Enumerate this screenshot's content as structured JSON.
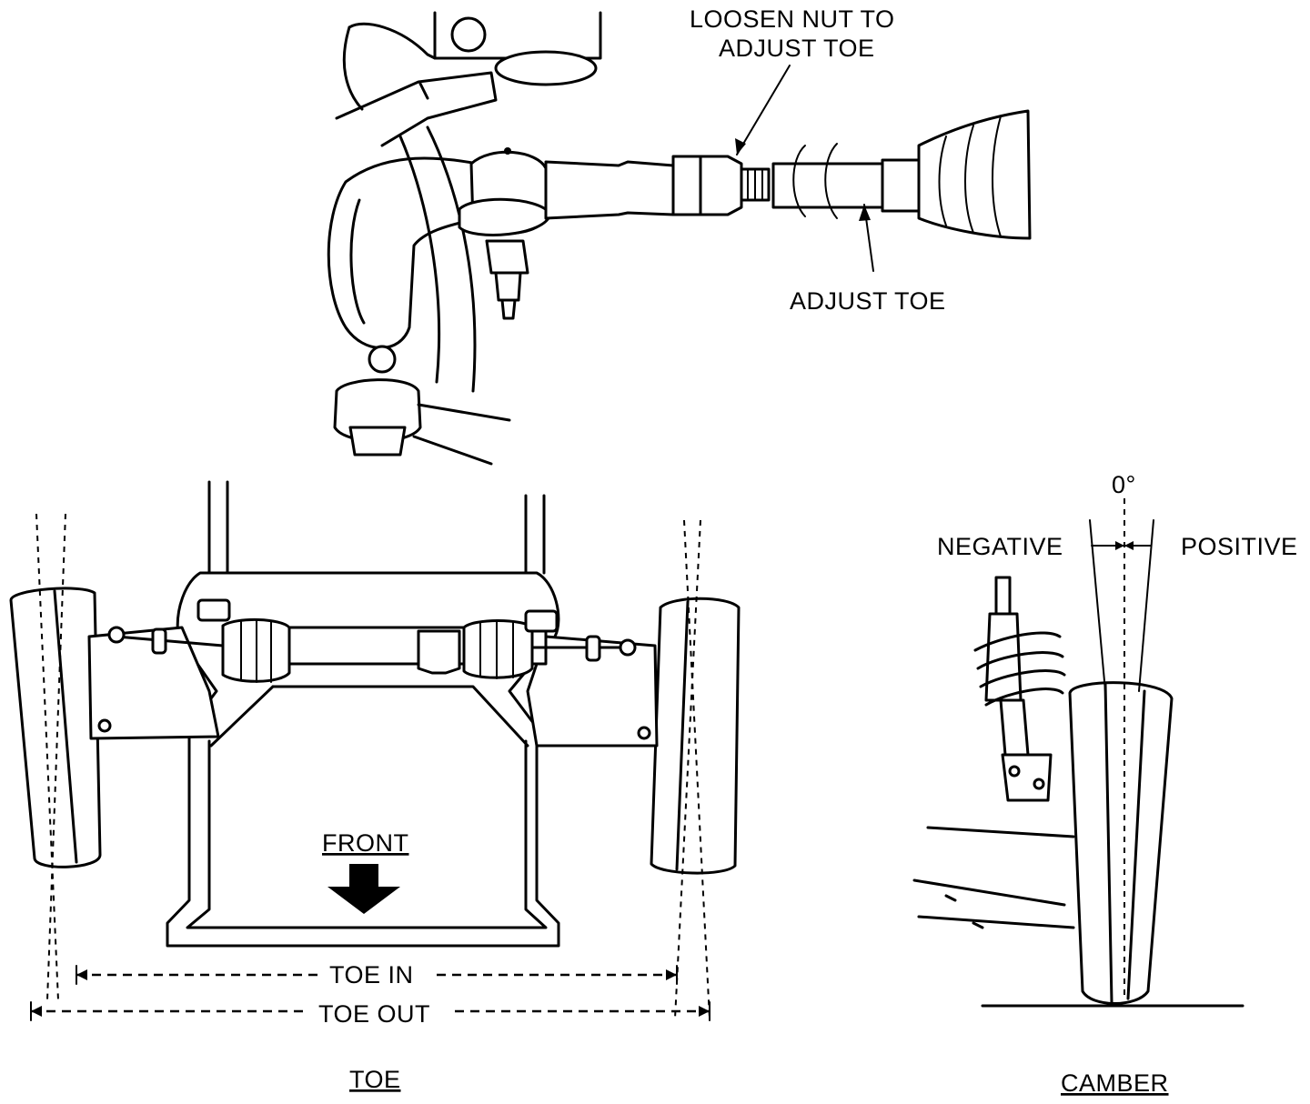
{
  "callouts": {
    "loosen_nut_line1": "LOOSEN NUT TO",
    "loosen_nut_line2": "ADJUST TOE",
    "adjust_toe": "ADJUST TOE"
  },
  "toe_view": {
    "front_label": "FRONT",
    "toe_in_label": "TOE IN",
    "toe_out_label": "TOE OUT",
    "caption": "TOE"
  },
  "camber_view": {
    "zero_label": "0°",
    "negative_label": "NEGATIVE",
    "positive_label": "POSITIVE",
    "caption": "CAMBER"
  }
}
